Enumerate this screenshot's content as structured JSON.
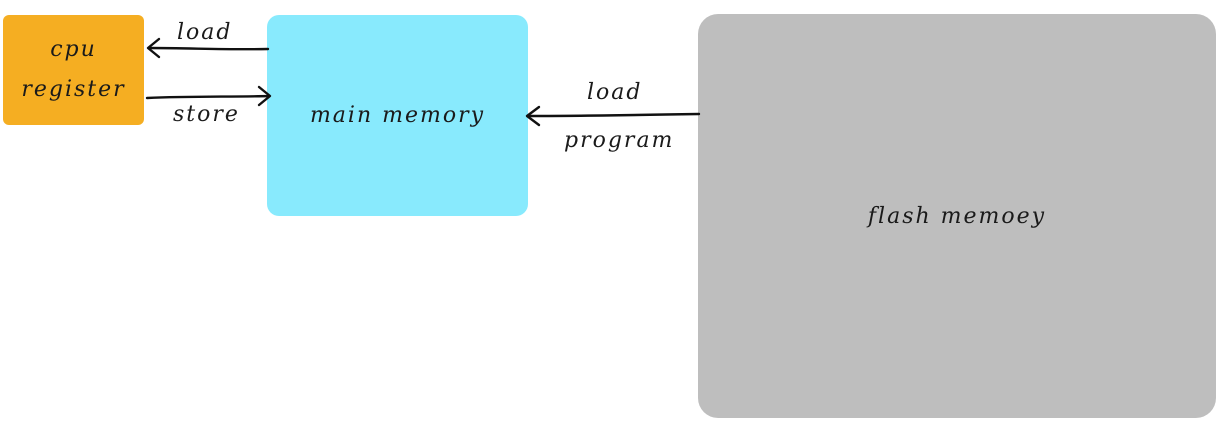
{
  "nodes": {
    "cpu_register": {
      "line1": "cpu",
      "line2": "register",
      "color": "#f5ae22"
    },
    "main_memory": {
      "label": "main memory",
      "color": "#88eafd"
    },
    "flash_memory": {
      "label": "flash memoey",
      "color": "#bebebe"
    }
  },
  "edges": {
    "load_to_cpu": {
      "label": "load",
      "from": "main memory",
      "to": "cpu register"
    },
    "store_to_main": {
      "label": "store",
      "from": "cpu register",
      "to": "main memory"
    },
    "load_program": {
      "label_line1": "load",
      "label_line2": "program",
      "from": "flash memoey",
      "to": "main memory"
    }
  }
}
